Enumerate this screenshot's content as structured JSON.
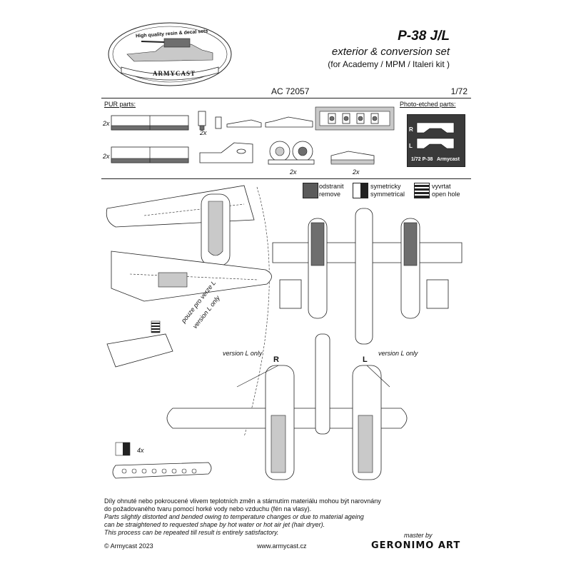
{
  "header": {
    "logo_arc_text": "High quality resin & decal sets",
    "logo_brand": "ARMYCAST",
    "title": "P-38 J/L",
    "subtitle": "exterior & conversion set",
    "kit_note": "(for Academy / MPM / Italeri kit )",
    "code": "AC 72057",
    "scale": "1/72"
  },
  "parts": {
    "pur_label": "PUR parts:",
    "pe_label": "Photo-etched parts:",
    "qty_2x": "2x",
    "pe_r": "R",
    "pe_l": "L",
    "pe_caption": "1/72 P-38",
    "pe_brand": "Armycast"
  },
  "legend": {
    "remove_cz": "odstranit",
    "remove_en": "remove",
    "sym_cz": "symetricky",
    "sym_en": "symmetrical",
    "hole_cz": "vyvrtat",
    "hole_en": "open hole"
  },
  "diagram": {
    "version_l_cz": "pouze pro verze L",
    "version_l_en": "version L only",
    "version_l_only_left": "version L only",
    "version_l_only_right": "version L only",
    "mark_r": "R",
    "mark_l": "L",
    "qty_4x": "4x"
  },
  "notes": {
    "cz_1": "Díly ohnuté nebo pokroucené vlivem teplotních změn a stárnutím materiálu mohou být narovnány",
    "cz_2": "do požadovaného tvaru pomocí horké vody nebo vzduchu (fén na vlasy).",
    "en_1": "Parts slightly distorted and bended owing to temperature changes or due to material ageing",
    "en_2": "can be straightened to requested shape by hot water or hot air jet (hair dryer).",
    "en_3": "This process can be repeated till result is entirely satisfactory."
  },
  "footer": {
    "copyright": "© Armycast 2023",
    "website": "www.armycast.cz",
    "master_by": "master by",
    "master_brand": "GERONIMO ART"
  }
}
